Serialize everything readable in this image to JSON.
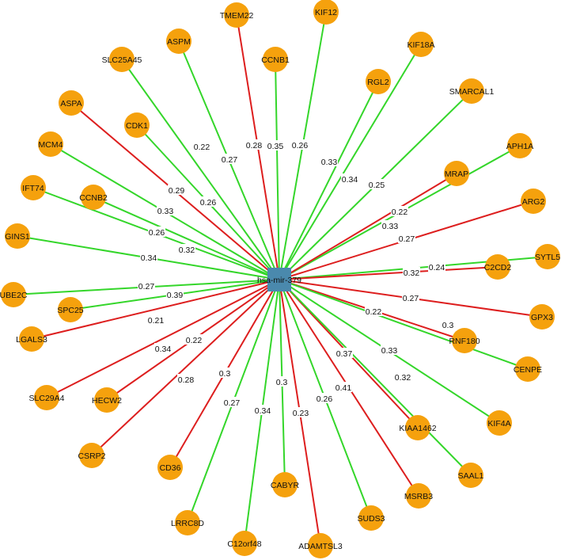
{
  "colors": {
    "background": "#ffffff",
    "gene_node": "#f5a10d",
    "mirna_node": "#4a89ad",
    "edge_up": "#34d62a",
    "edge_down": "#dd1e1e"
  },
  "hub": {
    "label": "hsa-mir-379",
    "shape": "square"
  },
  "nodes": [
    {
      "id": "TMEM22",
      "label": "TMEM22",
      "weight": "0.28",
      "edge_color": "red"
    },
    {
      "id": "KIF12",
      "label": "KIF12",
      "weight": "0.26",
      "edge_color": "green"
    },
    {
      "id": "ASPM",
      "label": "ASPM",
      "weight": "0.27",
      "edge_color": "green"
    },
    {
      "id": "KIF18A",
      "label": "KIF18A",
      "weight": "0.34",
      "edge_color": "green"
    },
    {
      "id": "SLC25A45",
      "label": "SLC25A45",
      "weight": "0.22",
      "edge_color": "green"
    },
    {
      "id": "CCNB1",
      "label": "CCNB1",
      "weight": "0.35",
      "edge_color": "green"
    },
    {
      "id": "RGL2",
      "label": "RGL2",
      "weight": "0.33",
      "edge_color": "green"
    },
    {
      "id": "SMARCAL1",
      "label": "SMARCAL1",
      "weight": "0.25",
      "edge_color": "green"
    },
    {
      "id": "ASPA",
      "label": "ASPA",
      "weight": "0.29",
      "edge_color": "red"
    },
    {
      "id": "CDK1",
      "label": "CDK1",
      "weight": "0.26",
      "edge_color": "green"
    },
    {
      "id": "MCM4",
      "label": "MCM4",
      "weight": "0.33",
      "edge_color": "green"
    },
    {
      "id": "APH1A",
      "label": "APH1A",
      "weight": "0.22",
      "edge_color": "green"
    },
    {
      "id": "MRAP",
      "label": "MRAP",
      "weight": "0.33",
      "edge_color": "red"
    },
    {
      "id": "IFT74",
      "label": "IFT74",
      "weight": "0.26",
      "edge_color": "green"
    },
    {
      "id": "ARG2",
      "label": "ARG2",
      "weight": "0.27",
      "edge_color": "red"
    },
    {
      "id": "CCNB2",
      "label": "CCNB2",
      "weight": "0.32",
      "edge_color": "green"
    },
    {
      "id": "GINS1",
      "label": "GINS1",
      "weight": "0.34",
      "edge_color": "green"
    },
    {
      "id": "SYTL5",
      "label": "SYTL5",
      "weight": "0.24",
      "edge_color": "green"
    },
    {
      "id": "C2CD2",
      "label": "C2CD2",
      "weight": "0.32",
      "edge_color": "red"
    },
    {
      "id": "UBE2C",
      "label": "UBE2C",
      "weight": "0.27",
      "edge_color": "green"
    },
    {
      "id": "SPC25",
      "label": "SPC25",
      "weight": "0.39",
      "edge_color": "green"
    },
    {
      "id": "GPX3",
      "label": "GPX3",
      "weight": "0.27",
      "edge_color": "red"
    },
    {
      "id": "LGALS3",
      "label": "LGALS3",
      "weight": "0.21",
      "edge_color": "red"
    },
    {
      "id": "RNF180",
      "label": "RNF180",
      "weight": "0.22",
      "edge_color": "red"
    },
    {
      "id": "CENPE",
      "label": "CENPE",
      "weight": "0.3",
      "edge_color": "green"
    },
    {
      "id": "SLC29A4",
      "label": "SLC29A4",
      "weight": "0.34",
      "edge_color": "red"
    },
    {
      "id": "HECW2",
      "label": "HECW2",
      "weight": "0.22",
      "edge_color": "red"
    },
    {
      "id": "KIF4A",
      "label": "KIF4A",
      "weight": "0.33",
      "edge_color": "green"
    },
    {
      "id": "KIAA1462",
      "label": "KIAA1462",
      "weight": "0.37",
      "edge_color": "red"
    },
    {
      "id": "CSRP2",
      "label": "CSRP2",
      "weight": "0.28",
      "edge_color": "red"
    },
    {
      "id": "CD36",
      "label": "CD36",
      "weight": "0.3",
      "edge_color": "red"
    },
    {
      "id": "SAAL1",
      "label": "SAAL1",
      "weight": "0.32",
      "edge_color": "green"
    },
    {
      "id": "MSRB3",
      "label": "MSRB3",
      "weight": "0.41",
      "edge_color": "red"
    },
    {
      "id": "CABYR",
      "label": "CABYR",
      "weight": "0.3",
      "edge_color": "green"
    },
    {
      "id": "LRRC8D",
      "label": "LRRC8D",
      "weight": "0.27",
      "edge_color": "green"
    },
    {
      "id": "SUDS3",
      "label": "SUDS3",
      "weight": "0.26",
      "edge_color": "green"
    },
    {
      "id": "C12orf48",
      "label": "C12orf48",
      "weight": "0.34",
      "edge_color": "green"
    },
    {
      "id": "ADAMTSL3",
      "label": "ADAMTSL3",
      "weight": "0.23",
      "edge_color": "red"
    }
  ]
}
